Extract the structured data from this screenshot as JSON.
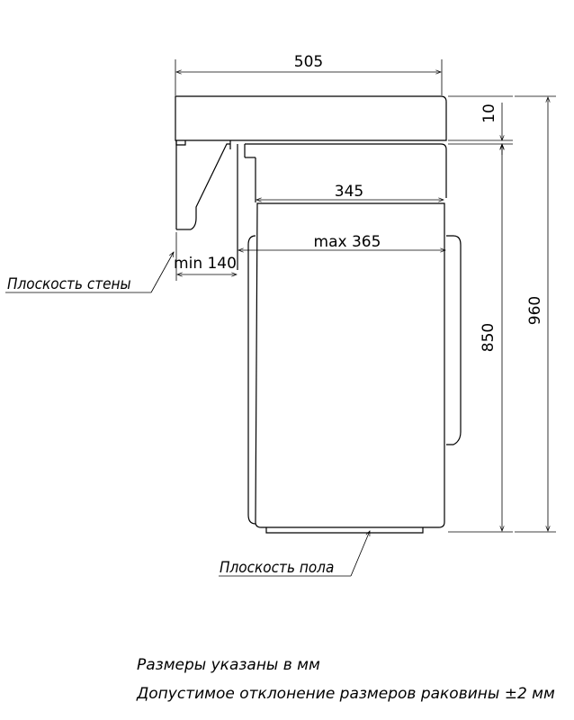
{
  "dimensions": {
    "width_top": "505",
    "top_thickness": "10",
    "cabinet_depth": "345",
    "max_depth": "max 365",
    "wall_gap": "min 140",
    "cabinet_height": "850",
    "total_height": "960"
  },
  "labels": {
    "wall_plane": "Плоскость стены",
    "floor_plane": "Плоскость пола"
  },
  "notes": {
    "units": "Размеры указаны в мм",
    "tolerance": "Допустимое отклонение размеров раковины ±2 мм"
  }
}
